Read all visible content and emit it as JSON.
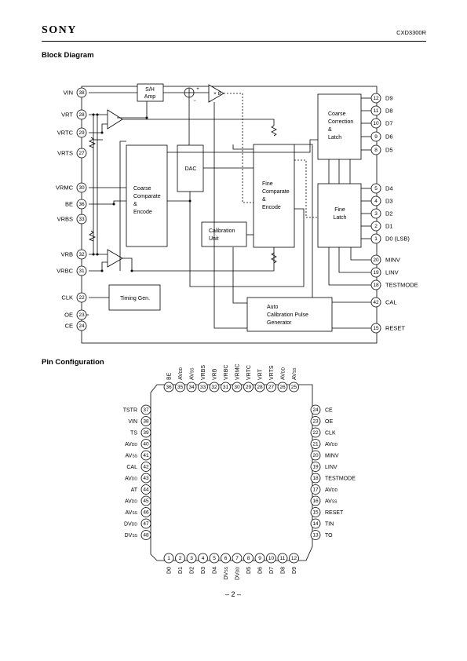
{
  "header": {
    "brand": "SONY",
    "part_number": "CXD3300R"
  },
  "sections": {
    "block_diagram": "Block Diagram",
    "pin_configuration": "Pin Configuration"
  },
  "block_diagram": {
    "left_pins": [
      {
        "label": "VIN",
        "num": "38"
      },
      {
        "label": "VRT",
        "num": "28"
      },
      {
        "label": "VRTC",
        "num": "29"
      },
      {
        "label": "VRTS",
        "num": "27"
      },
      {
        "label": "VRMC",
        "num": "30"
      },
      {
        "label": "BE",
        "num": "36"
      },
      {
        "label": "VRBS",
        "num": "33"
      },
      {
        "label": "VRB",
        "num": "32"
      },
      {
        "label": "VRBC",
        "num": "31"
      },
      {
        "label": "CLK",
        "num": "22"
      },
      {
        "label": "OE",
        "num": "23"
      },
      {
        "label": "CE",
        "num": "24"
      }
    ],
    "right_pins": [
      {
        "label": "D9",
        "num": "12"
      },
      {
        "label": "D8",
        "num": "11"
      },
      {
        "label": "D7",
        "num": "10"
      },
      {
        "label": "D6",
        "num": "9"
      },
      {
        "label": "D5",
        "num": "8"
      },
      {
        "label": "D4",
        "num": "5"
      },
      {
        "label": "D3",
        "num": "4"
      },
      {
        "label": "D2",
        "num": "3"
      },
      {
        "label": "D1",
        "num": "2"
      },
      {
        "label": "D0 (LSB)",
        "num": "1"
      },
      {
        "label": "MINV",
        "num": "20"
      },
      {
        "label": "LINV",
        "num": "19"
      },
      {
        "label": "TESTMODE",
        "num": "18"
      },
      {
        "label": "CAL",
        "num": "42"
      },
      {
        "label": "RESET",
        "num": "15"
      }
    ],
    "blocks": {
      "sh_amp": [
        "S/H",
        "Amp"
      ],
      "gain": "× 8",
      "dac": "DAC",
      "coarse_compare": [
        "Coarse",
        "Comparate",
        "&",
        "Encode"
      ],
      "fine_compare": [
        "Fine",
        "Comparate",
        "&",
        "Encode"
      ],
      "calibration": [
        "Calibration",
        "Unit"
      ],
      "coarse_correction": [
        "Coarse",
        "Correction",
        "&",
        "Latch"
      ],
      "fine_latch": [
        "Fine",
        "Latch"
      ],
      "timing": "Timing Gen.",
      "auto_cal": [
        "Auto",
        "Calibration Pulse",
        "Generator"
      ],
      "sum_plus": "+",
      "sum_minus": "−"
    }
  },
  "pin_configuration": {
    "top": [
      {
        "num": "36",
        "label": "BE"
      },
      {
        "num": "35",
        "label": "AVDD"
      },
      {
        "num": "34",
        "label": "AVSS"
      },
      {
        "num": "33",
        "label": "VRBS"
      },
      {
        "num": "32",
        "label": "VRB"
      },
      {
        "num": "31",
        "label": "VRBC"
      },
      {
        "num": "30",
        "label": "VRMC"
      },
      {
        "num": "29",
        "label": "VRTC"
      },
      {
        "num": "28",
        "label": "VRT"
      },
      {
        "num": "27",
        "label": "VRTS"
      },
      {
        "num": "26",
        "label": "AVDD"
      },
      {
        "num": "25",
        "label": "AVSS"
      }
    ],
    "left": [
      {
        "num": "37",
        "label": "TSTR"
      },
      {
        "num": "38",
        "label": "VIN"
      },
      {
        "num": "39",
        "label": "TS"
      },
      {
        "num": "40",
        "label": "AVDD"
      },
      {
        "num": "41",
        "label": "AVSS"
      },
      {
        "num": "42",
        "label": "CAL"
      },
      {
        "num": "43",
        "label": "AVDD"
      },
      {
        "num": "44",
        "label": "AT"
      },
      {
        "num": "45",
        "label": "AVDD"
      },
      {
        "num": "46",
        "label": "AVSS"
      },
      {
        "num": "47",
        "label": "DVDD"
      },
      {
        "num": "48",
        "label": "DVSS"
      }
    ],
    "right": [
      {
        "num": "24",
        "label": "CE"
      },
      {
        "num": "23",
        "label": "OE"
      },
      {
        "num": "22",
        "label": "CLK"
      },
      {
        "num": "21",
        "label": "AVDD"
      },
      {
        "num": "20",
        "label": "MINV"
      },
      {
        "num": "19",
        "label": "LINV"
      },
      {
        "num": "18",
        "label": "TESTMODE"
      },
      {
        "num": "17",
        "label": "AVDD"
      },
      {
        "num": "16",
        "label": "AVSS"
      },
      {
        "num": "15",
        "label": "RESET"
      },
      {
        "num": "14",
        "label": "TIN"
      },
      {
        "num": "13",
        "label": "TO"
      }
    ],
    "bottom": [
      {
        "num": "1",
        "label": "D0"
      },
      {
        "num": "2",
        "label": "D1"
      },
      {
        "num": "3",
        "label": "D2"
      },
      {
        "num": "4",
        "label": "D3"
      },
      {
        "num": "5",
        "label": "D4"
      },
      {
        "num": "6",
        "label": "DVSS"
      },
      {
        "num": "7",
        "label": "DVDD"
      },
      {
        "num": "8",
        "label": "D5"
      },
      {
        "num": "9",
        "label": "D6"
      },
      {
        "num": "10",
        "label": "D7"
      },
      {
        "num": "11",
        "label": "D8"
      },
      {
        "num": "12",
        "label": "D9"
      }
    ]
  },
  "footer": {
    "page": "– 2 –"
  }
}
